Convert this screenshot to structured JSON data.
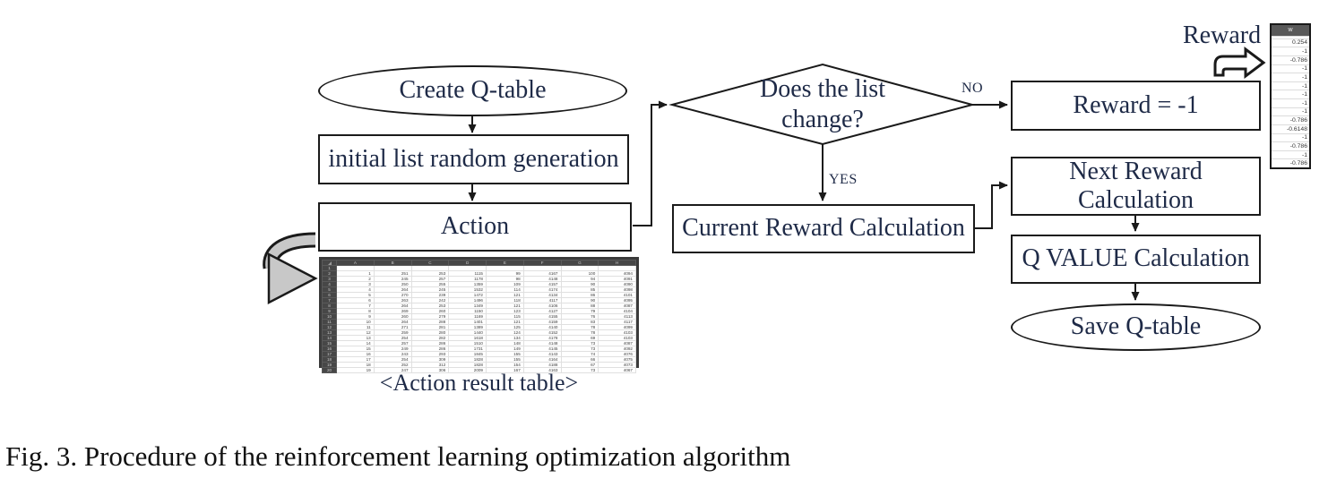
{
  "figure": {
    "caption": "Fig. 3. Procedure of the reinforcement learning optimization algorithm"
  },
  "flowchart": {
    "nodes": {
      "create_qtable": "Create Q-table",
      "initial_list": "initial list random generation",
      "action": "Action",
      "decision_line1": "Does the list",
      "decision_line2": "change?",
      "reward_minus1": "Reward = -1",
      "current_reward": "Current Reward Calculation",
      "next_reward_line1": "Next Reward",
      "next_reward_line2": "Calculation",
      "qvalue": "Q VALUE Calculation",
      "save_qtable": "Save Q-table"
    },
    "edge_labels": {
      "no": "NO",
      "yes": "YES"
    },
    "reward_label": "Reward"
  },
  "action_result_table": {
    "caption": "<Action result table>",
    "columns": [
      "A",
      "B",
      "C",
      "D",
      "E",
      "F",
      "G",
      "H"
    ],
    "rows": [
      [
        "",
        "",
        "",
        "",
        "",
        "",
        "",
        ""
      ],
      [
        "1",
        "251",
        "253",
        "1115",
        "99",
        "4167",
        "100",
        "4094"
      ],
      [
        "2",
        "245",
        "257",
        "1178",
        "98",
        "4148",
        "94",
        "4091"
      ],
      [
        "3",
        "250",
        "255",
        "1359",
        "109",
        "4157",
        "90",
        "4090"
      ],
      [
        "4",
        "264",
        "245",
        "1532",
        "114",
        "4174",
        "85",
        "4098"
      ],
      [
        "5",
        "270",
        "239",
        "1472",
        "121",
        "4134",
        "86",
        "4101"
      ],
      [
        "6",
        "263",
        "242",
        "1496",
        "118",
        "4117",
        "90",
        "4095"
      ],
      [
        "7",
        "264",
        "253",
        "1349",
        "121",
        "4106",
        "88",
        "4087"
      ],
      [
        "8",
        "269",
        "260",
        "1150",
        "123",
        "4127",
        "79",
        "4104"
      ],
      [
        "9",
        "260",
        "279",
        "1169",
        "115",
        "4155",
        "76",
        "4113"
      ],
      [
        "10",
        "264",
        "288",
        "1401",
        "121",
        "4159",
        "83",
        "4117"
      ],
      [
        "11",
        "271",
        "281",
        "1389",
        "125",
        "4140",
        "78",
        "4099"
      ],
      [
        "12",
        "259",
        "280",
        "1440",
        "124",
        "4152",
        "78",
        "4103"
      ],
      [
        "13",
        "254",
        "282",
        "1618",
        "134",
        "4178",
        "69",
        "4103"
      ],
      [
        "14",
        "257",
        "286",
        "1510",
        "148",
        "4148",
        "73",
        "4087"
      ],
      [
        "15",
        "249",
        "286",
        "1731",
        "149",
        "4145",
        "73",
        "4092"
      ],
      [
        "16",
        "243",
        "293",
        "1845",
        "155",
        "4143",
        "74",
        "4076"
      ],
      [
        "17",
        "254",
        "309",
        "1828",
        "155",
        "4164",
        "66",
        "4075"
      ],
      [
        "18",
        "252",
        "312",
        "1828",
        "154",
        "4188",
        "67",
        "4073"
      ],
      [
        "19",
        "247",
        "306",
        "2009",
        "167",
        "4163",
        "73",
        "4067"
      ]
    ]
  },
  "w_table": {
    "header": "w",
    "values": [
      "",
      "0.254",
      "-1",
      "-0.786",
      "-1",
      "-1",
      "-1",
      "-1",
      "-1",
      "-1",
      "-0.786",
      "-0.6148",
      "-1",
      "-0.786",
      "-1",
      "-0.786"
    ]
  },
  "colors": {
    "text_navy": "#1e2a47",
    "line_black": "#1a1a1a",
    "gray_arrow_fill": "#c8c8c8",
    "sheet_header_bg": "#474747",
    "w_header_bg": "#595959"
  }
}
